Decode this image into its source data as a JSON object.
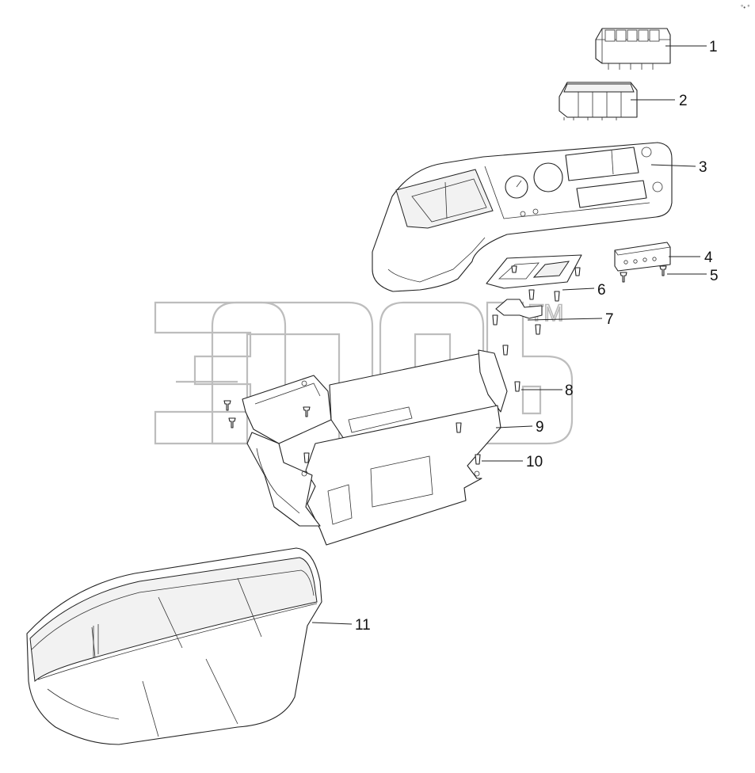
{
  "watermark": {
    "text": "TM"
  },
  "corner_mark": "°• °",
  "callouts": [
    {
      "id": "1",
      "label": "1"
    },
    {
      "id": "2",
      "label": "2"
    },
    {
      "id": "3",
      "label": "3"
    },
    {
      "id": "4",
      "label": "4"
    },
    {
      "id": "5",
      "label": "5"
    },
    {
      "id": "6",
      "label": "6"
    },
    {
      "id": "7",
      "label": "7"
    },
    {
      "id": "8",
      "label": "8"
    },
    {
      "id": "9",
      "label": "9"
    },
    {
      "id": "10",
      "label": "10"
    },
    {
      "id": "11",
      "label": "11"
    }
  ]
}
